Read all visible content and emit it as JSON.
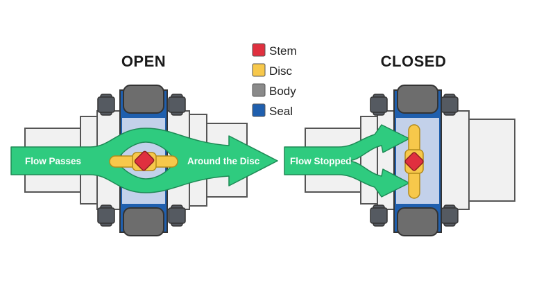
{
  "titles": {
    "open": "OPEN",
    "closed": "CLOSED"
  },
  "legend": [
    {
      "label": "Stem",
      "color": "#e0303f"
    },
    {
      "label": "Disc",
      "color": "#f7c84b"
    },
    {
      "label": "Body",
      "color": "#8a8a8a"
    },
    {
      "label": "Seal",
      "color": "#1f5fae"
    }
  ],
  "flow_labels": {
    "open_left": "Flow Passes",
    "open_right": "Around the Disc",
    "closed": "Flow Stopped"
  },
  "colors": {
    "flow": "#2fcb7f",
    "pipe_fill": "#f1f1f1",
    "outline": "#555555",
    "window": "#c3d1ea",
    "bolt": "#555a61"
  }
}
